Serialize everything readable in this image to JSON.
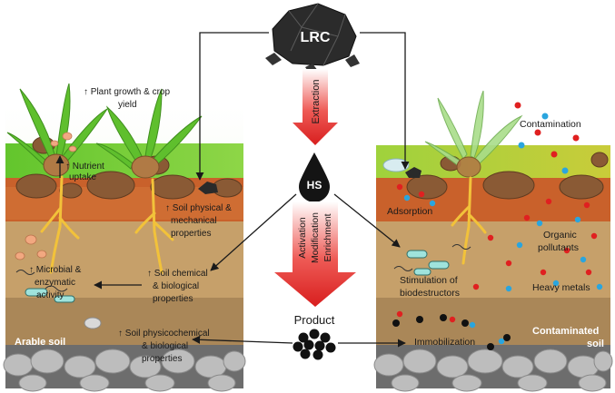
{
  "top": {
    "source_label": "LRC",
    "extraction_label": "Extraction"
  },
  "middle": {
    "hs_label": "HS",
    "process_labels": [
      "Activation",
      "Modification",
      "Enrichment"
    ],
    "product_label": "Product"
  },
  "left_panel": {
    "plant_growth": "↑ Plant growth & crop",
    "plant_growth_2": "yield",
    "nutrient_uptake_1": "↑ Nutrient",
    "nutrient_uptake_2": "uptake",
    "soil_physical_1": "↑ Soil physical &",
    "soil_physical_2": "mechanical",
    "soil_physical_3": "properties",
    "soil_chemical_1": "↑ Soil chemical",
    "soil_chemical_2": "& biological",
    "soil_chemical_3": "properties",
    "microbial_1": "↑ Microbial &",
    "microbial_2": "enzymatic",
    "microbial_3": "activity",
    "physicochemical_1": "↑ Soil physicochemical",
    "physicochemical_2": "& biological",
    "physicochemical_3": "properties",
    "soil_name": "Arable soil"
  },
  "right_panel": {
    "contamination": "Contamination",
    "adsorption": "Adsorption",
    "organic_1": "Organic",
    "organic_2": "pollutants",
    "stimulation_1": "Stimulation of",
    "stimulation_2": "biodestructors",
    "heavy_metals": "Heavy metals",
    "immobilization": "Immobilization",
    "soil_name_1": "Contaminated",
    "soil_name_2": "soil"
  },
  "colors": {
    "grass": "#7fcf3a",
    "topsoil": "#c8622a",
    "midsoil": "#c49a62",
    "subsoil": "#a98455",
    "stones": "#9a9a9a",
    "arrow_red": "#e0292a",
    "pollutant_red": "#e02020",
    "pollutant_blue": "#2aa5de"
  }
}
